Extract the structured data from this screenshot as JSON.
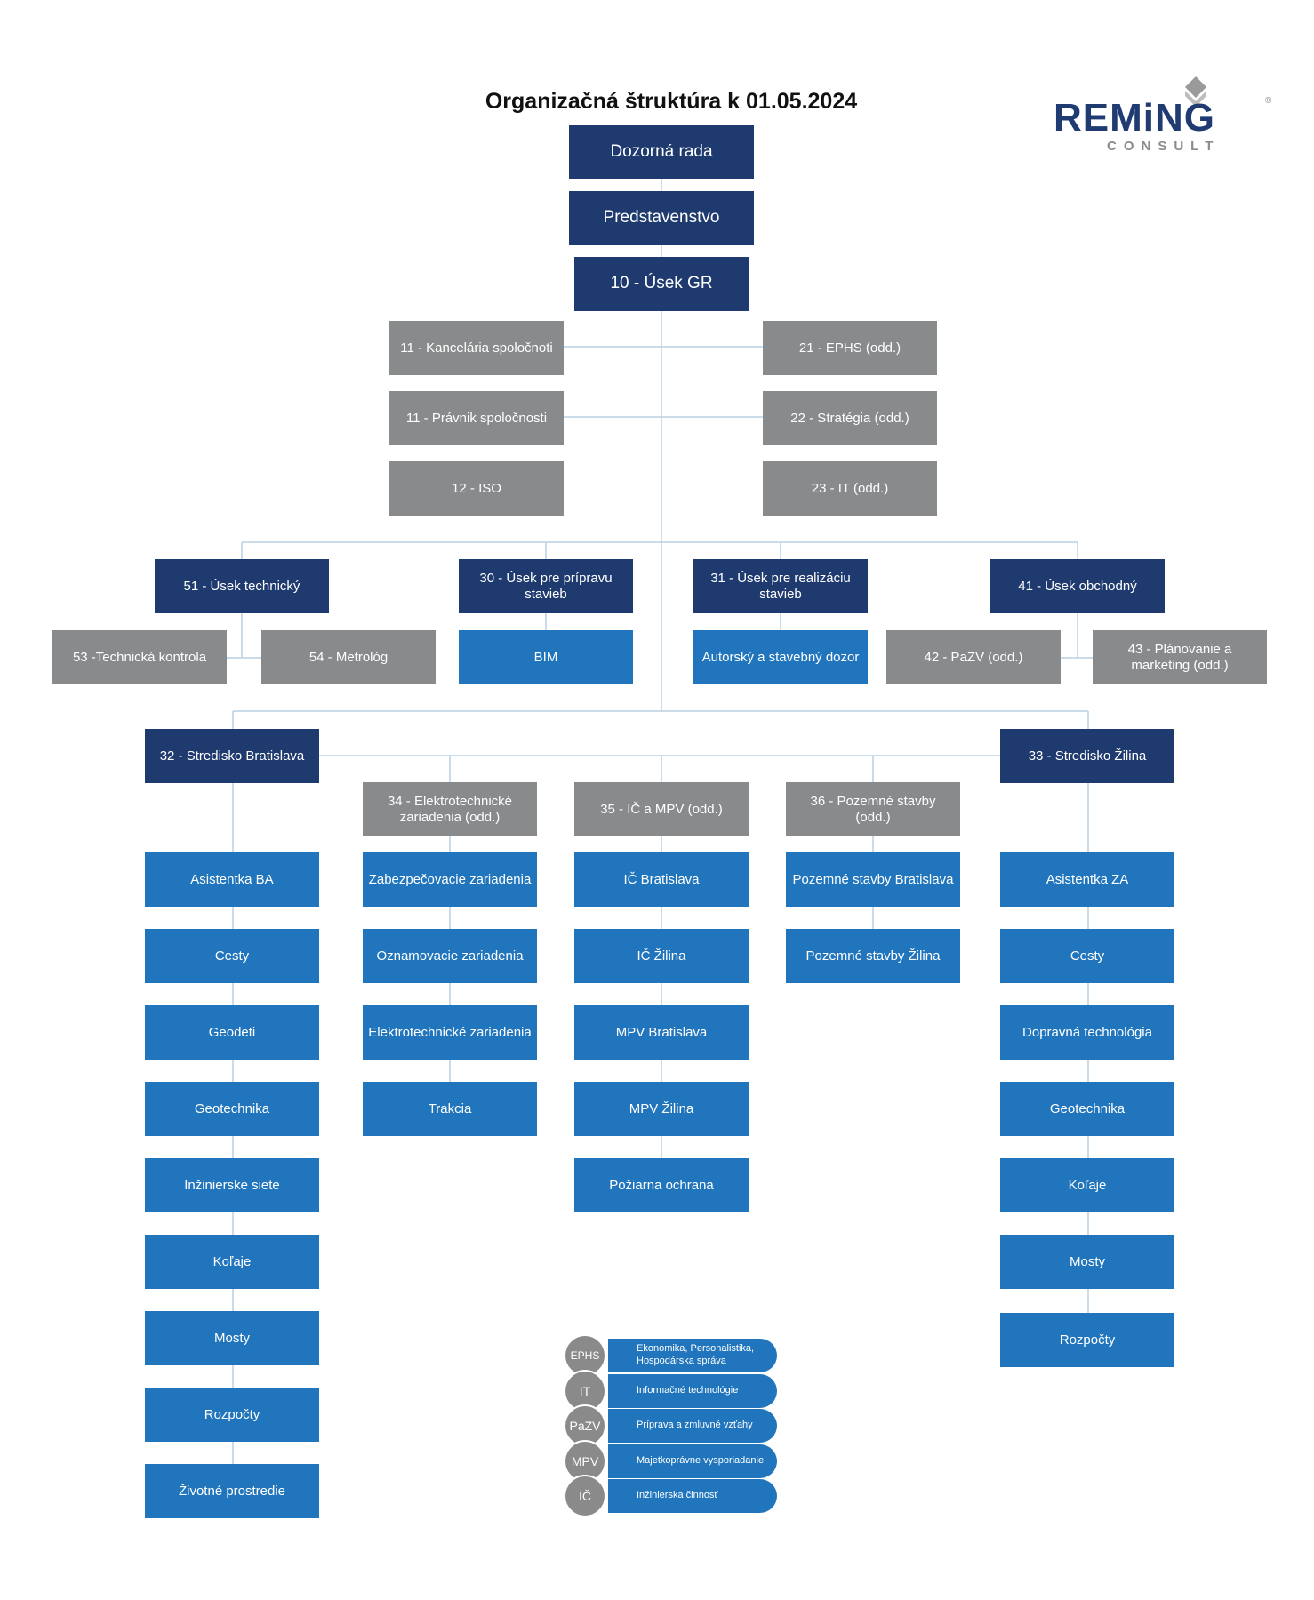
{
  "title": "Organizačná štruktúra k 01.05.2024",
  "logo": {
    "word": "REMiNG",
    "sub": "CONSULT",
    "reg": "®"
  },
  "colors": {
    "navy": "#1e3a6e",
    "gray": "#888a8c",
    "blue": "#2175bd",
    "line": "#b8cfe4"
  },
  "top": {
    "dozorna_rada": "Dozorná rada",
    "predstavenstvo": "Predstavenstvo",
    "usek_gr": "10 - Úsek GR"
  },
  "staff": {
    "kancelaria": "11 - Kancelária spoločnoti",
    "pravnik": "11 - Právnik spoločnosti",
    "iso": "12 - ISO",
    "ephs": "21 - EPHS (odd.)",
    "strategia": "22 - Stratégia (odd.)",
    "it": "23 - IT (odd.)"
  },
  "divisions": {
    "technicky": "51 - Úsek technický",
    "technicka_kontrola": "53 -Technická kontrola",
    "metrolog": "54 - Metrológ",
    "priprava": "30 - Úsek pre prípravu stavieb",
    "bim": "BIM",
    "realizacia": "31 - Úsek pre realizáciu stavieb",
    "autorsky_dozor": "Autorský a stavebný dozor",
    "obchodny": "41 - Úsek obchodný",
    "pazv": "42 - PaZV (odd.)",
    "planovanie": "43 - Plánovanie a marketing (odd.)"
  },
  "bratislava": {
    "head": "32 - Stredisko Bratislava",
    "items": [
      "Asistentka BA",
      "Cesty",
      "Geodeti",
      "Geotechnika",
      "Inžinierske siete",
      "Koľaje",
      "Mosty",
      "Rozpočty",
      "Životné prostredie"
    ]
  },
  "elektro": {
    "head": "34 - Elektrotechnické zariadenia (odd.)",
    "items": [
      "Zabezpečovacie zariadenia",
      "Oznamovacie zariadenia",
      "Elektrotechnické zariadenia",
      "Trakcia"
    ]
  },
  "ic_mpv": {
    "head": "35 - IČ a MPV (odd.)",
    "items": [
      "IČ Bratislava",
      "IČ Žilina",
      "MPV Bratislava",
      "MPV Žilina",
      "Požiarna ochrana"
    ]
  },
  "pozemne": {
    "head": "36 - Pozemné stavby (odd.)",
    "items": [
      "Pozemné stavby Bratislava",
      "Pozemné stavby Žilina"
    ]
  },
  "zilina": {
    "head": "33 - Stredisko Žilina",
    "items": [
      "Asistentka ZA",
      "Cesty",
      "Dopravná technológia",
      "Geotechnika",
      "Koľaje",
      "Mosty",
      "Rozpočty"
    ]
  },
  "legend": [
    {
      "abbr": "EPHS",
      "text": "Ekonomika, Personalistika, Hospodárska správa"
    },
    {
      "abbr": "IT",
      "text": "Informačné technológie"
    },
    {
      "abbr": "PaZV",
      "text": "Príprava a zmluvné vzťahy"
    },
    {
      "abbr": "MPV",
      "text": "Majetkoprávne vysporiadanie"
    },
    {
      "abbr": "IČ",
      "text": "Inžinierska činnosť"
    }
  ]
}
